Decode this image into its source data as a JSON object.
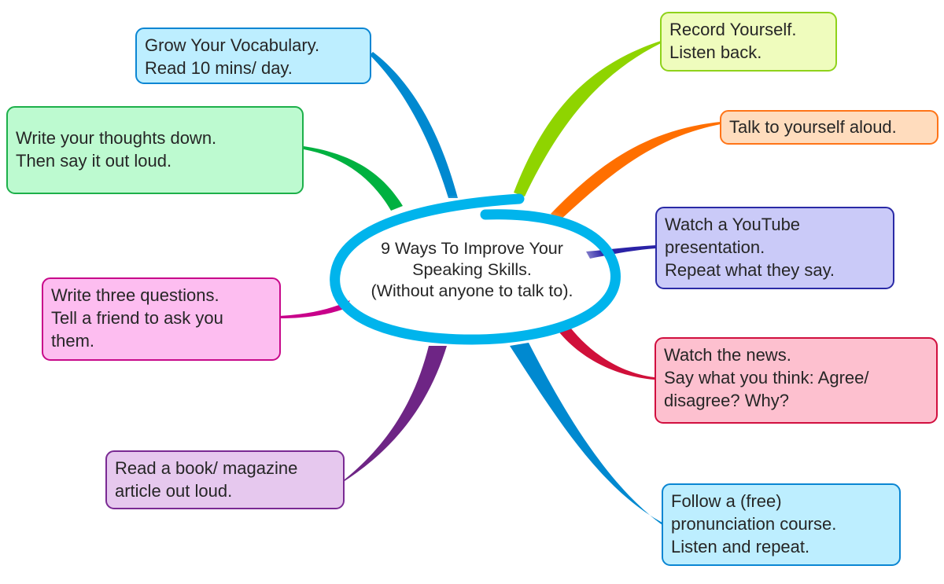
{
  "central_topic": {
    "text": "9 Ways To Improve Your\nSpeaking Skills.\n(Without anyone to talk to).",
    "ring_color": "#00b4ec"
  },
  "topics": [
    {
      "id": "vocabulary",
      "text": "Grow Your Vocabulary.\nRead 10 mins/ day.",
      "border": "#0b86d3",
      "fill": "#bdeeff",
      "branch": "#0089d0"
    },
    {
      "id": "write-thoughts",
      "text": "Write your thoughts down.\nThen say it out loud.",
      "border": "#1db04a",
      "fill": "#bdfad0",
      "branch": "#00b140"
    },
    {
      "id": "three-questions",
      "text": "Write three questions.\nTell a friend to ask you\nthem.",
      "border": "#c8098a",
      "fill": "#fdbdf0",
      "branch": "#c8008a"
    },
    {
      "id": "read-book",
      "text": "Read a book/ magazine\narticle out loud.",
      "border": "#7a2a93",
      "fill": "#e6c8ee",
      "branch": "#6e2585"
    },
    {
      "id": "record-yourself",
      "text": "Record Yourself.\nListen back.",
      "border": "#8fd21a",
      "fill": "#effcbd",
      "branch": "#8fd400"
    },
    {
      "id": "talk-aloud",
      "text": "Talk to yourself aloud.",
      "border": "#ff7417",
      "fill": "#ffdcbd",
      "branch": "#ff6f00"
    },
    {
      "id": "youtube",
      "text": "Watch a YouTube\npresentation.\nRepeat what they say.",
      "border": "#2a2aa6",
      "fill": "#cacaf8",
      "branch": "#2a22a6"
    },
    {
      "id": "news",
      "text": "Watch the news.\nSay what you think: Agree/\ndisagree? Why?",
      "border": "#d10f3f",
      "fill": "#fdc0cf",
      "branch": "#d0103a"
    },
    {
      "id": "pronunciation",
      "text": "Follow a (free)\npronunciation course.\nListen and repeat.",
      "border": "#0b86d3",
      "fill": "#bdeeff",
      "branch": "#0089d0"
    }
  ]
}
